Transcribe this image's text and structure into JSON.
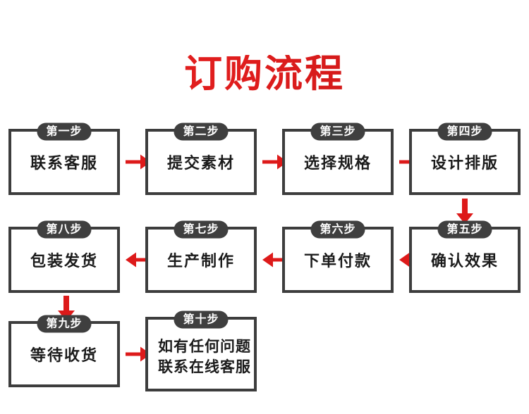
{
  "title": "订购流程",
  "theme": {
    "title_color": "#dd2020",
    "box_border_color": "#3d3d3d",
    "badge_bg_color": "#3f3f3f",
    "badge_text_color": "#ffffff",
    "arrow_color": "#dd1a1a",
    "background_color": "#ffffff",
    "box_text_color": "#1b1b1b"
  },
  "steps": [
    {
      "badge": "第一步",
      "text": "联系客服"
    },
    {
      "badge": "第二步",
      "text": "提交素材"
    },
    {
      "badge": "第三步",
      "text": "选择规格"
    },
    {
      "badge": "第四步",
      "text": "设计排版"
    },
    {
      "badge": "第五步",
      "text": "确认效果"
    },
    {
      "badge": "第六步",
      "text": "下单付款"
    },
    {
      "badge": "第七步",
      "text": "生产制作"
    },
    {
      "badge": "第八步",
      "text": "包装发货"
    },
    {
      "badge": "第九步",
      "text": "等待收货"
    },
    {
      "badge": "第十步",
      "text": "如有任何问题\n联系在线客服"
    }
  ],
  "connectors": [
    {
      "name": "arrow-step1-to-step2",
      "direction": "right"
    },
    {
      "name": "arrow-step2-to-step3",
      "direction": "right"
    },
    {
      "name": "arrow-step3-to-step4",
      "direction": "right"
    },
    {
      "name": "arrow-step4-to-step5",
      "direction": "down"
    },
    {
      "name": "arrow-step5-to-step6",
      "direction": "left"
    },
    {
      "name": "arrow-step6-to-step7",
      "direction": "left"
    },
    {
      "name": "arrow-step7-to-step8",
      "direction": "left"
    },
    {
      "name": "arrow-step8-to-step9",
      "direction": "down"
    },
    {
      "name": "arrow-step9-to-step10",
      "direction": "right"
    }
  ]
}
